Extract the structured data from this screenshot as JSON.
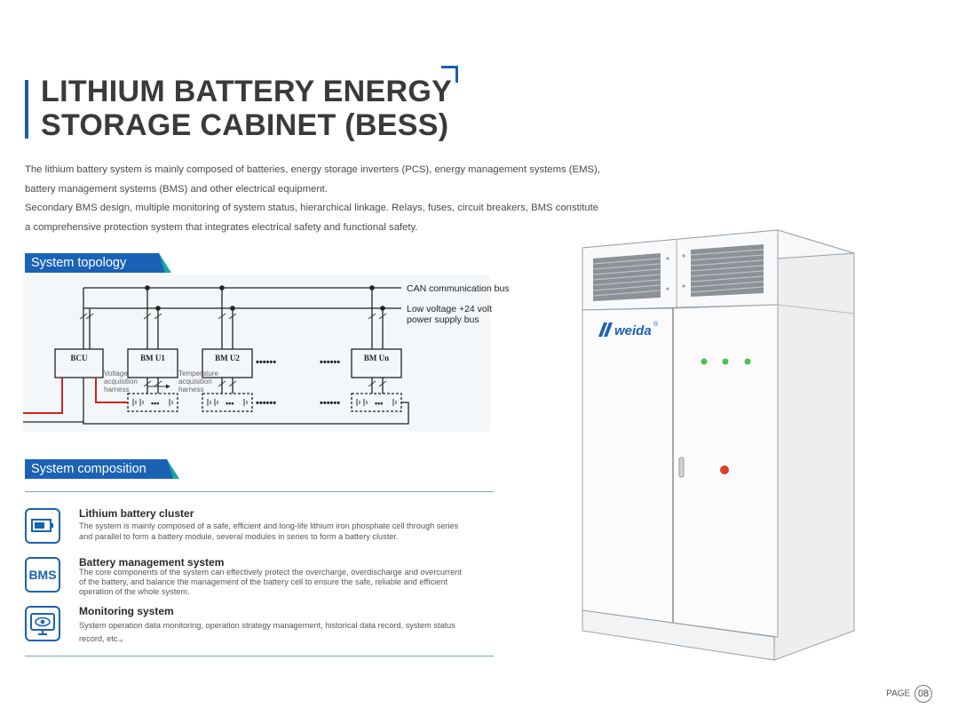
{
  "title": {
    "line1": "LITHIUM BATTERY ENERGY",
    "line2": "STORAGE CABINET (BESS)"
  },
  "intro": {
    "lines": [
      "The lithium battery system is mainly composed of batteries, energy storage inverters (PCS), energy management systems (EMS),",
      "battery management systems (BMS) and other electrical equipment.",
      "Secondary BMS design, multiple monitoring of system status, hierarchical linkage. Relays, fuses, circuit breakers, BMS constitute",
      "a comprehensive protection system that integrates electrical safety and functional safety."
    ]
  },
  "topology": {
    "heading": "System topology",
    "can_bus": "CAN communication bus",
    "lv_bus_line1": "Low voltage +24 volt",
    "lv_bus_line2": "power supply bus",
    "bcu": "BCU",
    "bmu1": "BM U1",
    "bmu2": "BM U2",
    "bmun": "BM Un",
    "dots": "••••••",
    "voltage_line1": "Voltage",
    "voltage_line2": "acquisition",
    "voltage_line3": "harness",
    "temp_line1": "Temperature",
    "temp_line2": "acquisition",
    "temp_line3": "harness",
    "cell_dots": "•••"
  },
  "composition": {
    "heading": "System composition",
    "items": [
      {
        "icon": "battery-icon",
        "title": "Lithium battery cluster",
        "desc_line1": "The system is mainly composed of a safe, efficient and long-life lithium iron phosphate cell through series",
        "desc_line2": "and parallel to form a battery module, several modules in series to form a battery cluster."
      },
      {
        "icon": "bms-icon",
        "icon_text": "BMS",
        "title": "Battery management system",
        "desc_line1": "The core components of the system can effectively protect the overcharge, overdischarge and overcurrent",
        "desc_line2": "of the battery, and balance the management of the battery cell to ensure the safe, reliable and efficient",
        "desc_line3": "operation of the whole system."
      },
      {
        "icon": "monitor-eye-icon",
        "title": "Monitoring system",
        "desc_line1": "System operation data monitoring, operation strategy management, historical data record, system status",
        "desc_line2": "record, etc.。"
      }
    ]
  },
  "cabinet": {
    "brand": "weida",
    "brand_mark": "®"
  },
  "footer": {
    "page_label": "PAGE",
    "page_number": "08"
  },
  "colors": {
    "accent_blue": "#1a62b5",
    "accent_teal": "#17a89a",
    "wire_red": "#d42020",
    "indicator_green": "#4cc24c",
    "indicator_red": "#e03a2a"
  }
}
